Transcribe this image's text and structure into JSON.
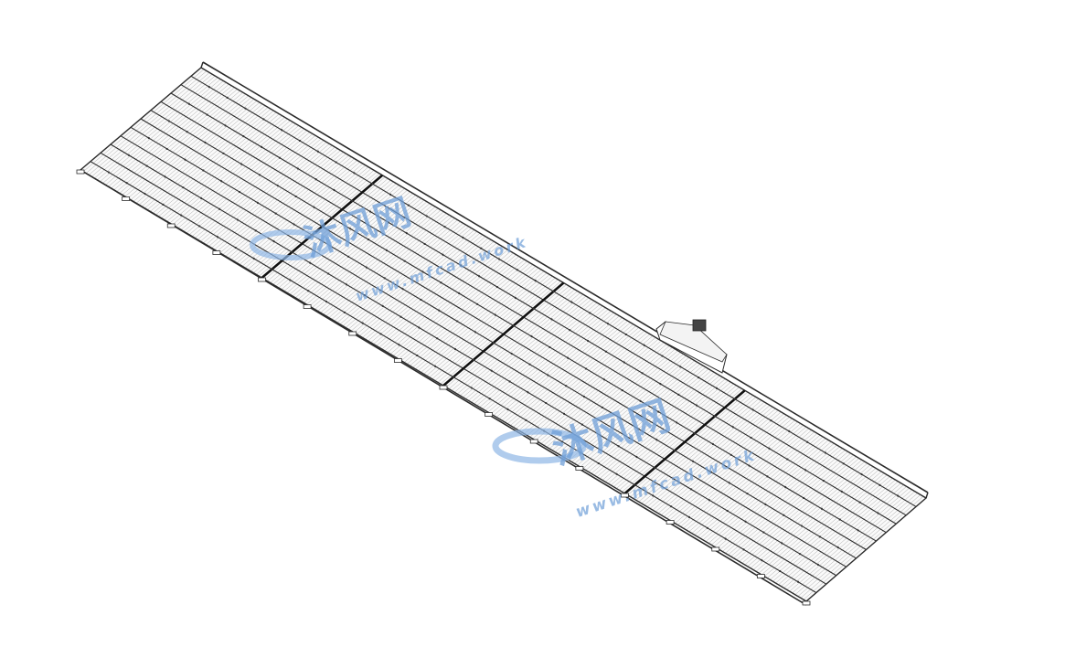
{
  "drawing": {
    "subject": "",
    "line_color": "#2b2b2b",
    "hatch_color": "#555555",
    "background": "#ffffff"
  },
  "watermarks": [
    {
      "main": "沐风网",
      "sub": "www.mfcad.work",
      "color": "#6f9fd8"
    },
    {
      "main": "沐风网",
      "sub": "www.mfcad.work",
      "color": "#6f9fd8"
    }
  ]
}
